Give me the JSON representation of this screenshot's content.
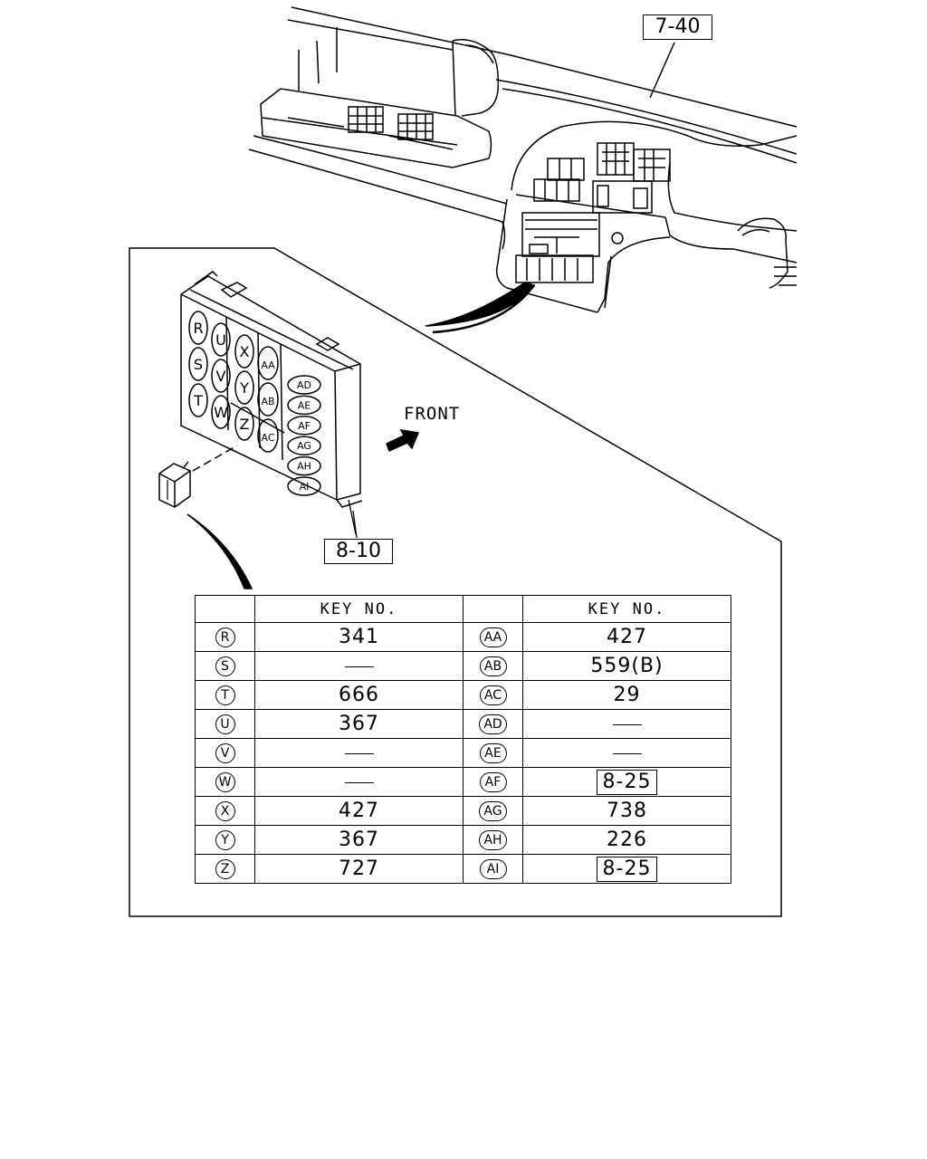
{
  "callouts": {
    "dash_ref": "7-40",
    "panel_ref": "8-10",
    "front_label": "FRONT"
  },
  "fuse_positions": {
    "col1": [
      "R",
      "S",
      "T"
    ],
    "col2": [
      "U",
      "V",
      "W"
    ],
    "col3": [
      "X",
      "Y",
      "Z"
    ],
    "col4": [
      "AA",
      "AB",
      "AC"
    ],
    "col5": [
      "AD",
      "AE",
      "AF",
      "AG",
      "AH",
      "AI"
    ]
  },
  "table": {
    "header_left": "KEY NO.",
    "header_right": "KEY NO.",
    "rows": [
      {
        "pos_left": "R",
        "key_left": "341",
        "pos_right": "AA",
        "key_right": "427"
      },
      {
        "pos_left": "S",
        "key_left": "",
        "pos_right": "AB",
        "key_right": "559(B)"
      },
      {
        "pos_left": "T",
        "key_left": "666",
        "pos_right": "AC",
        "key_right": "29"
      },
      {
        "pos_left": "U",
        "key_left": "367",
        "pos_right": "AD",
        "key_right": ""
      },
      {
        "pos_left": "V",
        "key_left": "",
        "pos_right": "AE",
        "key_right": ""
      },
      {
        "pos_left": "W",
        "key_left": "",
        "pos_right": "AF",
        "key_right": "8-25"
      },
      {
        "pos_left": "X",
        "key_left": "427",
        "pos_right": "AG",
        "key_right": "738"
      },
      {
        "pos_left": "Y",
        "key_left": "367",
        "pos_right": "AH",
        "key_right": "226"
      },
      {
        "pos_left": "Z",
        "key_left": "727",
        "pos_right": "AI",
        "key_right": "8-25"
      }
    ],
    "boxed_refs": [
      "8-25"
    ]
  }
}
